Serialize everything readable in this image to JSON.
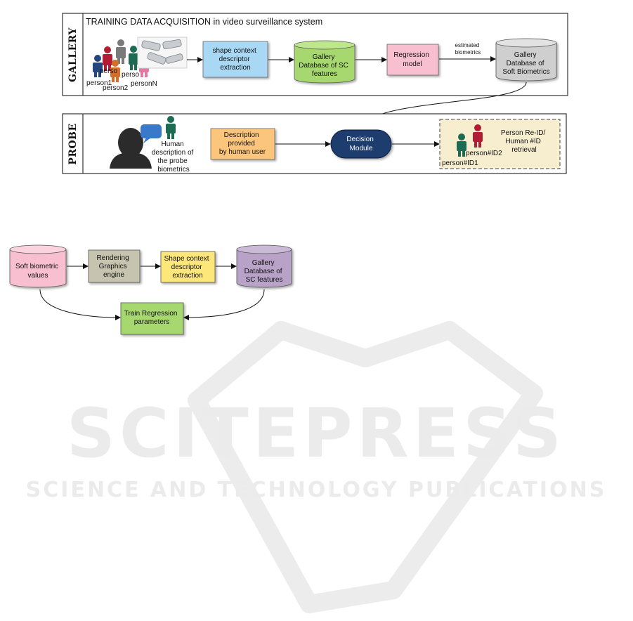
{
  "colors": {
    "blue_box": "#a9d8f5",
    "green_box": "#a7d870",
    "pink_box": "#f7bfd0",
    "gray_db": "#cfcfcf",
    "orange_box": "#fbc67c",
    "navy_module": "#1f3d6e",
    "result_bg": "#f7edcf",
    "yellow_box": "#fde77a",
    "purple_db": "#b8a2c8",
    "taupe_box": "#c6c4ae"
  },
  "gallery": {
    "side_label": "GALLERY",
    "title": "TRAINING DATA ACQUISITION  in  video surveillance system",
    "person_labels": [
      "person1",
      "person2",
      "personN",
      "perso",
      "perso"
    ],
    "box_shape": [
      "shape context",
      "descriptor",
      "extraction"
    ],
    "db_sc": [
      "Gallery",
      "Database of SC",
      "features"
    ],
    "regression": [
      "Regression",
      "model"
    ],
    "estimated": [
      "estimated",
      "biometrics"
    ],
    "db_soft": [
      "Gallery",
      "Database of",
      "Soft Biometrics"
    ]
  },
  "probe": {
    "side_label": "PROBE",
    "human_desc": [
      "Human",
      "description of",
      "the probe",
      "biometrics"
    ],
    "description_box": [
      "Description",
      "provided",
      "by human user"
    ],
    "decision": [
      "Decision",
      "Module"
    ],
    "result": [
      "Person Re-ID/",
      "Human #ID",
      "retrieval"
    ],
    "id2": "person#ID2",
    "id1": "person#ID1"
  },
  "training": {
    "soft_values": [
      "Soft biometric",
      "values"
    ],
    "rendering": [
      "Rendering",
      "Graphics",
      "engine"
    ],
    "shape_ctx": [
      "Shape context",
      "descriptor",
      "extraction"
    ],
    "gallery_db": [
      "Gallery",
      "Database of",
      "SC features"
    ],
    "train_reg": [
      "Train Regression",
      "parameters"
    ]
  },
  "watermark": {
    "main": "SCITEPRESS",
    "sub": "SCIENCE AND TECHNOLOGY PUBLICATIONS"
  }
}
